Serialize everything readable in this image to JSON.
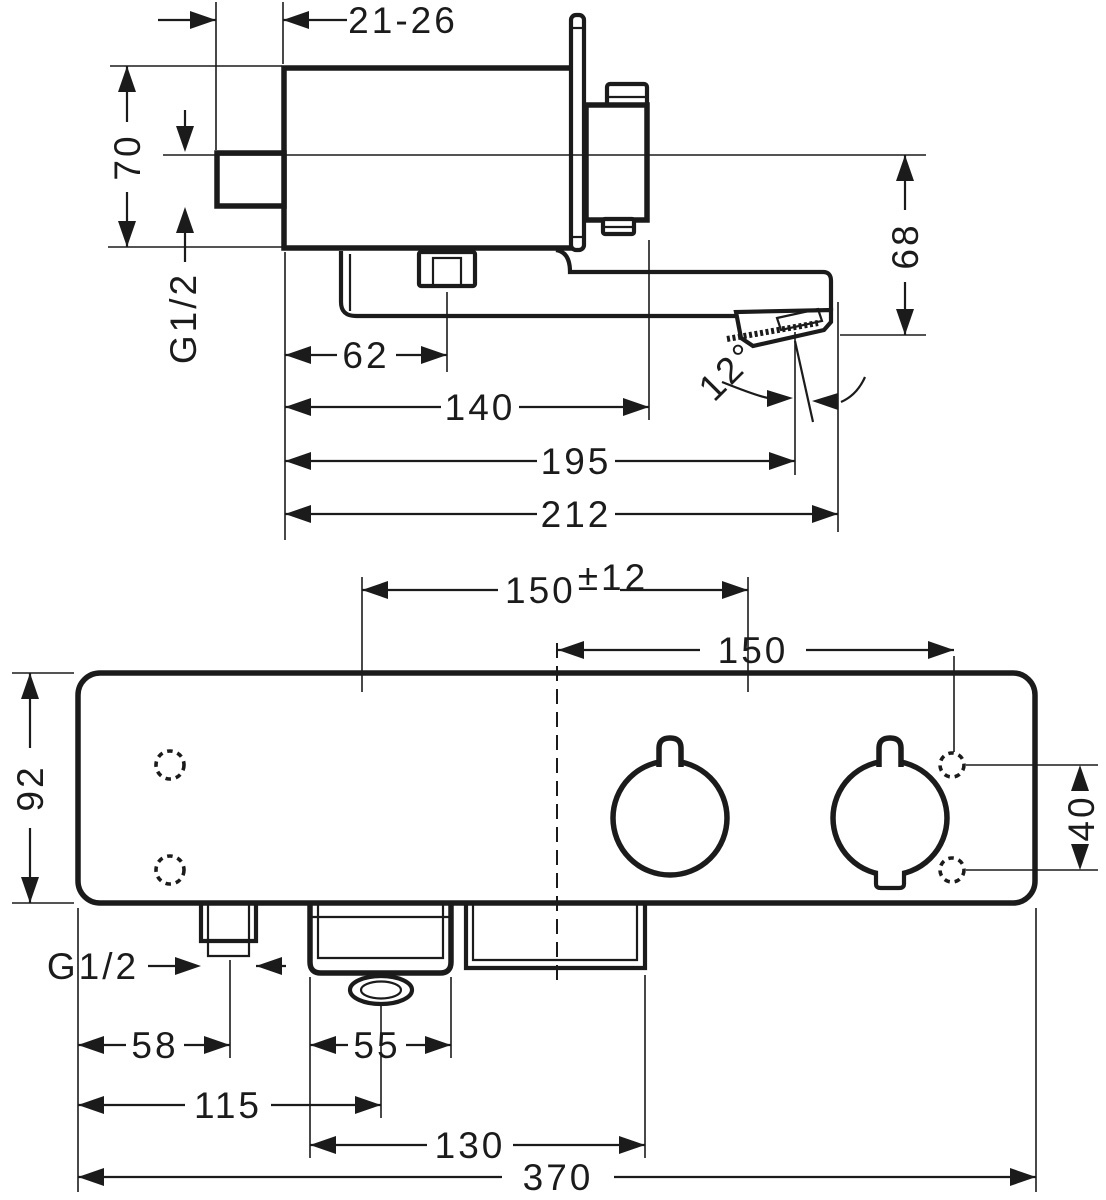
{
  "drawing": {
    "type": "technical-dimension-drawing",
    "product": "thermostatic bath mixer with spout",
    "background_color": "#ffffff",
    "line_color": "#1b1b1b",
    "side_view": {
      "name": "side profile view",
      "dimensions": {
        "wall_depth_range": "21-26",
        "body_height": "70",
        "inlet_thread": "G1/2",
        "spout_connection_offset": "62",
        "depth_to_handle": "140",
        "depth_to_outlet": "195",
        "total_depth": "212",
        "outlet_drop": "68",
        "outlet_angle": "12°"
      }
    },
    "front_view": {
      "name": "front view",
      "dimensions": {
        "supply_spacing": "150",
        "supply_tolerance": "±12",
        "center_to_screws": "150",
        "body_height": "92",
        "screw_spacing": "40",
        "outlet_thread": "G1/2",
        "outlet_offset": "58",
        "spout_width": "55",
        "spout_center_offset": "115",
        "bracket_span": "130",
        "total_width": "370"
      }
    }
  }
}
